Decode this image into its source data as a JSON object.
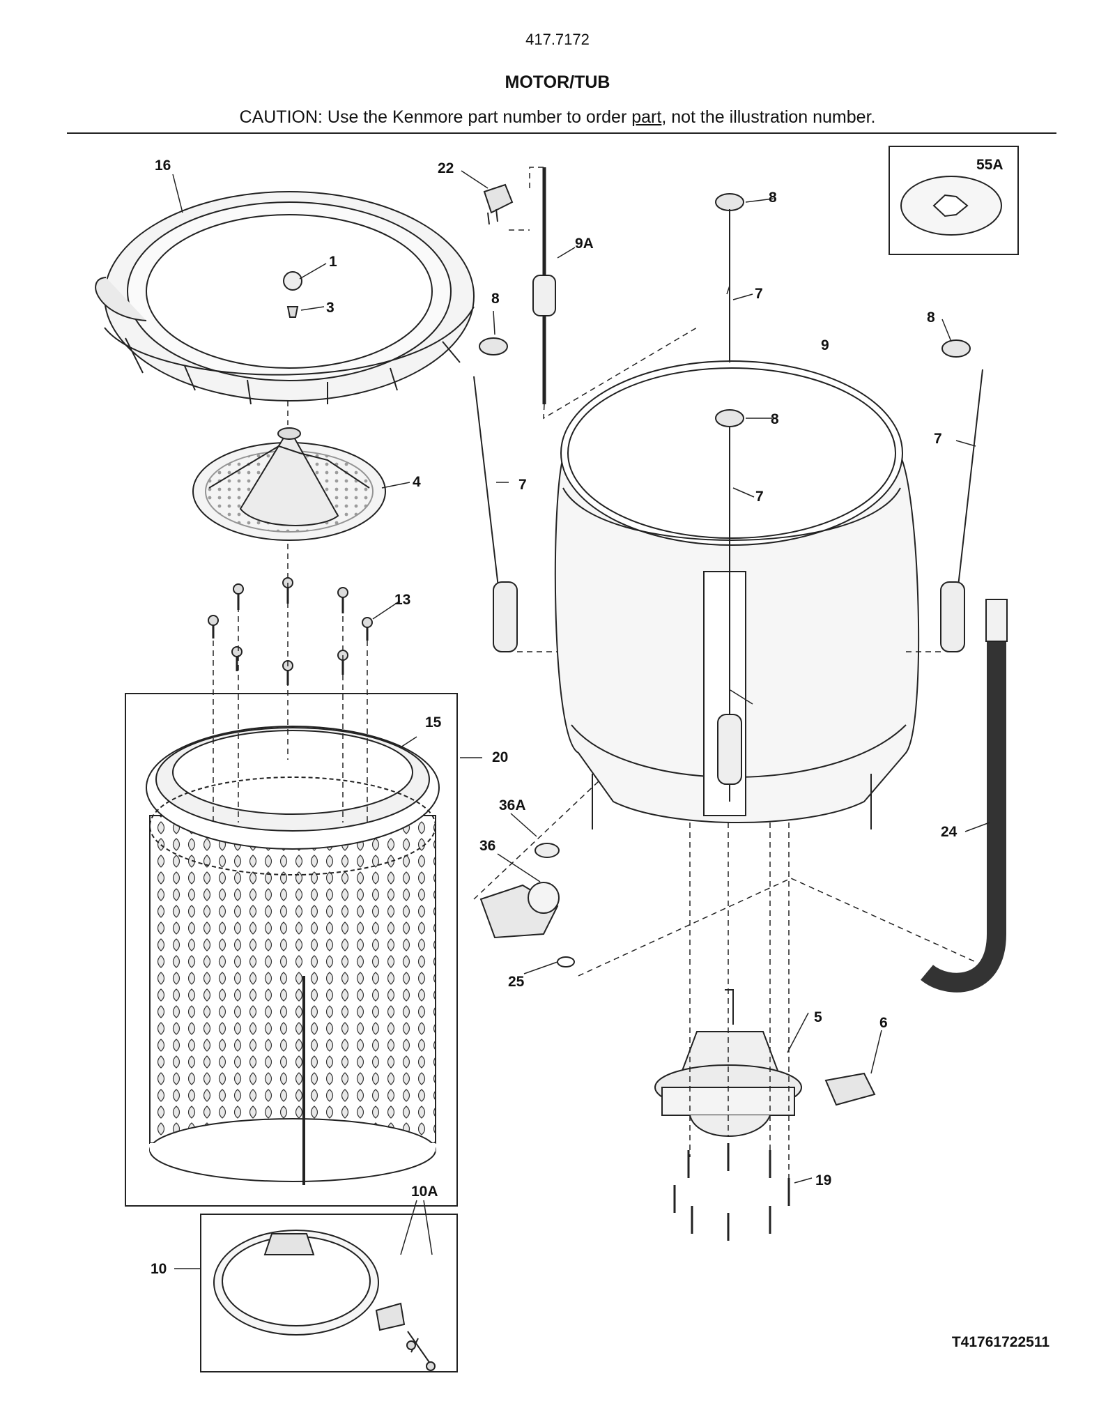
{
  "header": {
    "model_number": "417.7172",
    "title": "MOTOR/TUB",
    "caution_prefix": "CAUTION: Use the Kenmore part number to order ",
    "caution_underlined": "part",
    "caution_suffix": ", not the illustration number."
  },
  "callouts": {
    "c1": "1",
    "c3": "3",
    "c4": "4",
    "c5": "5",
    "c6": "6",
    "c7a": "7",
    "c7b": "7",
    "c7c": "7",
    "c7d": "7",
    "c8a": "8",
    "c8b": "8",
    "c8c": "8",
    "c8d": "8",
    "c9": "9",
    "c9A": "9A",
    "c10": "10",
    "c10A": "10A",
    "c13": "13",
    "c15": "15",
    "c16": "16",
    "c19": "19",
    "c20": "20",
    "c22": "22",
    "c24": "24",
    "c25": "25",
    "c36": "36",
    "c36A": "36A",
    "c55A": "55A"
  },
  "footer": {
    "drawing_code": "T41761722511"
  },
  "colors": {
    "line": "#222222",
    "fill": "#f2f2f2",
    "mesh": "#dcdcdc"
  }
}
